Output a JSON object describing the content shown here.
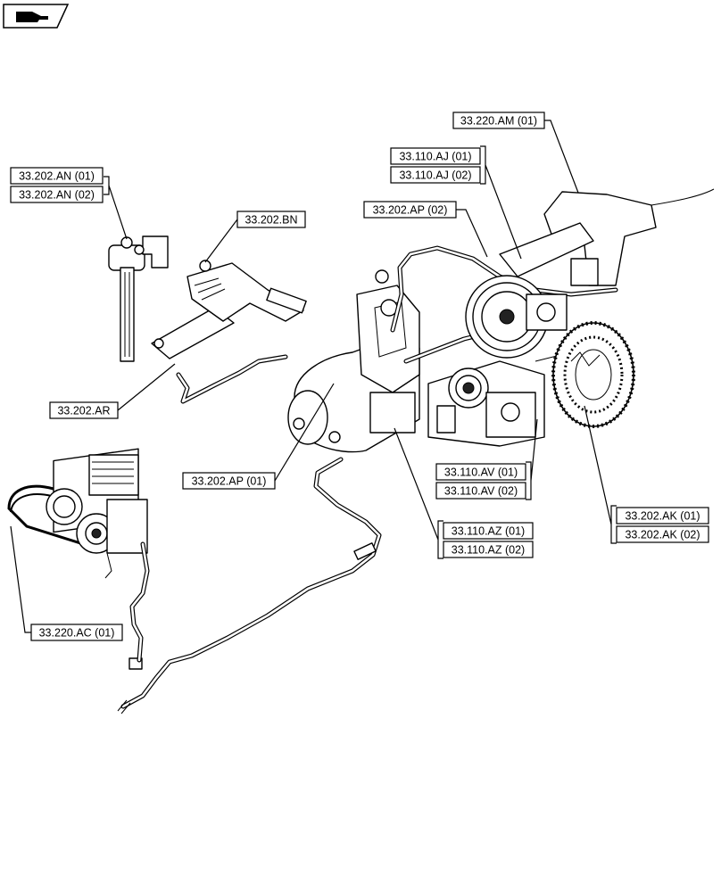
{
  "header_icon": "pointing-hand-icon",
  "callouts": {
    "c_33_202_an_01": "33.202.AN (01)",
    "c_33_202_an_02": "33.202.AN (02)",
    "c_33_202_bn": "33.202.BN",
    "c_33_202_ar": "33.202.AR",
    "c_33_202_ap_02": "33.202.AP (02)",
    "c_33_202_ap_01": "33.202.AP (01)",
    "c_33_220_am_01": "33.220.AM (01)",
    "c_33_110_aj_01": "33.110.AJ (01)",
    "c_33_110_aj_02": "33.110.AJ (02)",
    "c_33_110_av_01": "33.110.AV (01)",
    "c_33_110_av_02": "33.110.AV (02)",
    "c_33_110_az_01": "33.110.AZ (01)",
    "c_33_110_az_02": "33.110.AZ (02)",
    "c_33_202_ak_01": "33.202.AK (01)",
    "c_33_202_ak_02": "33.202.AK (02)",
    "c_33_220_ac_01": "33.220.AC (01)"
  }
}
